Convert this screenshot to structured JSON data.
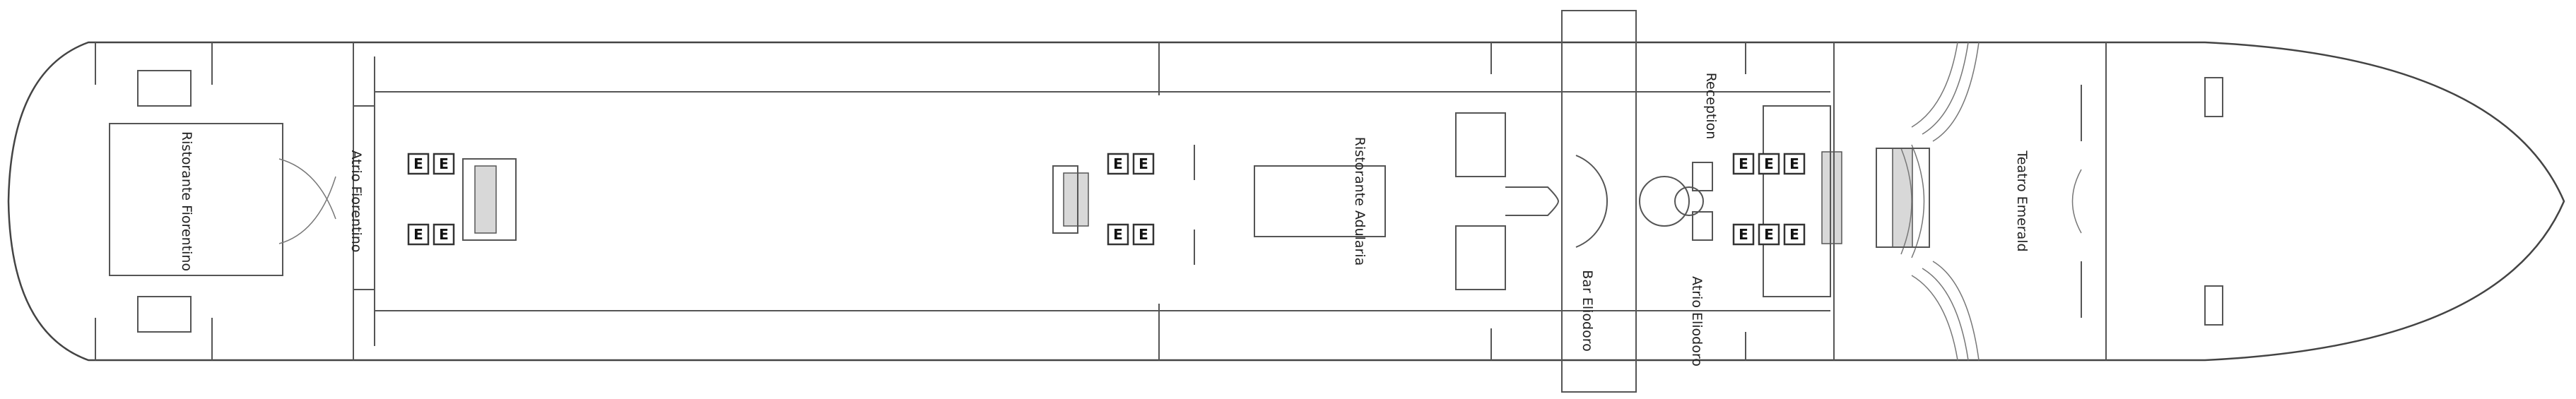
{
  "deck_plan": {
    "orientation": "stern-left-bow-right",
    "rooms": [
      {
        "id": "ristorante-fiorentino",
        "label": "Ristorante Fiorentino"
      },
      {
        "id": "atrio-fiorentino",
        "label": "Atrio Fiorentino"
      },
      {
        "id": "ristorante-adularia",
        "label": "Ristorante Adularia"
      },
      {
        "id": "bar-eliodoro",
        "label": "Bar Eliodoro"
      },
      {
        "id": "reception",
        "label": "Reception"
      },
      {
        "id": "atrio-eliodoro",
        "label": "Atrio Eliodoro"
      },
      {
        "id": "teatro-emerald",
        "label": "Teatro Emerald"
      }
    ],
    "elevator_label": "E",
    "elevator_groups": [
      {
        "id": "aft-upper",
        "count": 2
      },
      {
        "id": "aft-lower",
        "count": 2
      },
      {
        "id": "mid-upper",
        "count": 2
      },
      {
        "id": "mid-lower",
        "count": 2
      },
      {
        "id": "fwd-upper",
        "count": 3
      },
      {
        "id": "fwd-lower",
        "count": 3
      }
    ],
    "colors": {
      "outline": "#555555",
      "elevator_fill": "#ffffff",
      "stairs": "#d8d8d8"
    }
  }
}
